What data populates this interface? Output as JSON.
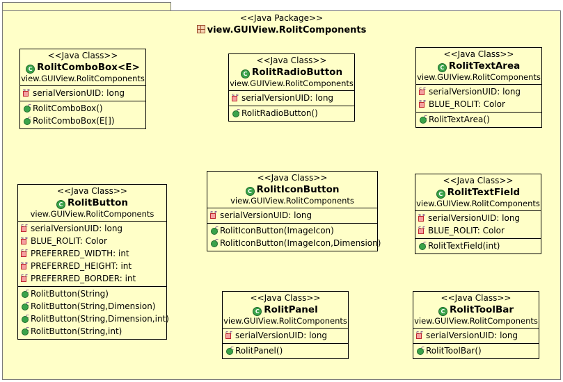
{
  "package": {
    "stereotype": "<<Java Package>>",
    "name": "view.GUIView.RolitComponents"
  },
  "classes": {
    "combobox": {
      "stereotype": "<<Java Class>>",
      "name": "RolitComboBox<E>",
      "package": "view.GUIView.RolitComponents",
      "fields": [
        "serialVersionUID: long"
      ],
      "methods": [
        "RolitComboBox()",
        "RolitComboBox(E[])"
      ]
    },
    "radiobutton": {
      "stereotype": "<<Java Class>>",
      "name": "RolitRadioButton",
      "package": "view.GUIView.RolitComponents",
      "fields": [
        "serialVersionUID: long"
      ],
      "methods": [
        "RolitRadioButton()"
      ]
    },
    "textarea": {
      "stereotype": "<<Java Class>>",
      "name": "RolitTextArea",
      "package": "view.GUIView.RolitComponents",
      "fields": [
        "serialVersionUID: long",
        "BLUE_ROLIT: Color"
      ],
      "methods": [
        "RolitTextArea()"
      ]
    },
    "button": {
      "stereotype": "<<Java Class>>",
      "name": "RolitButton",
      "package": "view.GUIView.RolitComponents",
      "fields": [
        "serialVersionUID: long",
        "BLUE_ROLIT: Color",
        "PREFERRED_WIDTH: int",
        "PREFERRED_HEIGHT: int",
        "PREFERRED_BORDER: int"
      ],
      "methods": [
        "RolitButton(String)",
        "RolitButton(String,Dimension)",
        "RolitButton(String,Dimension,int)",
        "RolitButton(String,int)"
      ]
    },
    "iconbutton": {
      "stereotype": "<<Java Class>>",
      "name": "RolitIconButton",
      "package": "view.GUIView.RolitComponents",
      "fields": [
        "serialVersionUID: long"
      ],
      "methods": [
        "RolitIconButton(ImageIcon)",
        "RolitIconButton(ImageIcon,Dimension)"
      ]
    },
    "textfield": {
      "stereotype": "<<Java Class>>",
      "name": "RolitTextField",
      "package": "view.GUIView.RolitComponents",
      "fields": [
        "serialVersionUID: long",
        "BLUE_ROLIT: Color"
      ],
      "methods": [
        "RolitTextField(int)"
      ]
    },
    "panel": {
      "stereotype": "<<Java Class>>",
      "name": "RolitPanel",
      "package": "view.GUIView.RolitComponents",
      "fields": [
        "serialVersionUID: long"
      ],
      "methods": [
        "RolitPanel()"
      ]
    },
    "toolbar": {
      "stereotype": "<<Java Class>>",
      "name": "RolitToolBar",
      "package": "view.GUIView.RolitComponents",
      "fields": [
        "serialVersionUID: long"
      ],
      "methods": [
        "RolitToolBar()"
      ]
    }
  }
}
